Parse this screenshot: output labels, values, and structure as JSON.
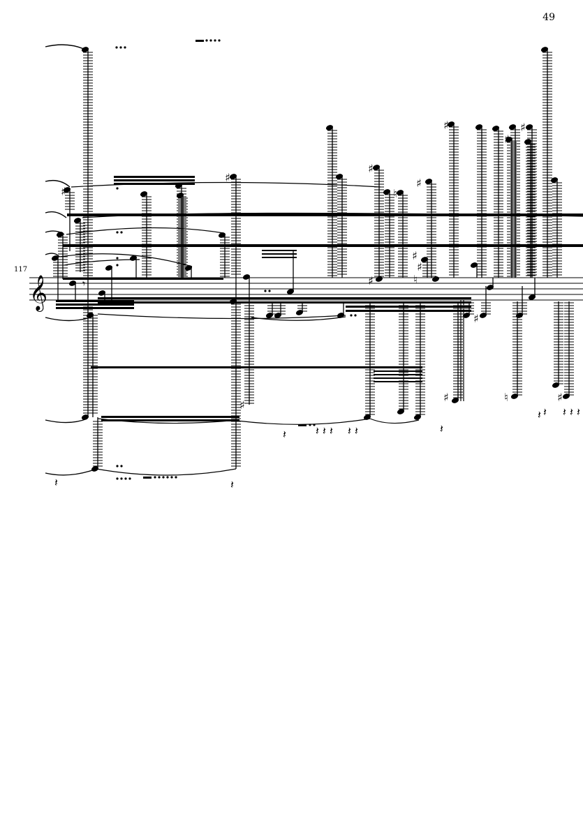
{
  "page": {
    "page_number": "49",
    "measure_number": "117",
    "clef": "treble-clef",
    "accidental_glyphs": {
      "sharp": "♯",
      "natural": "♮"
    }
  }
}
